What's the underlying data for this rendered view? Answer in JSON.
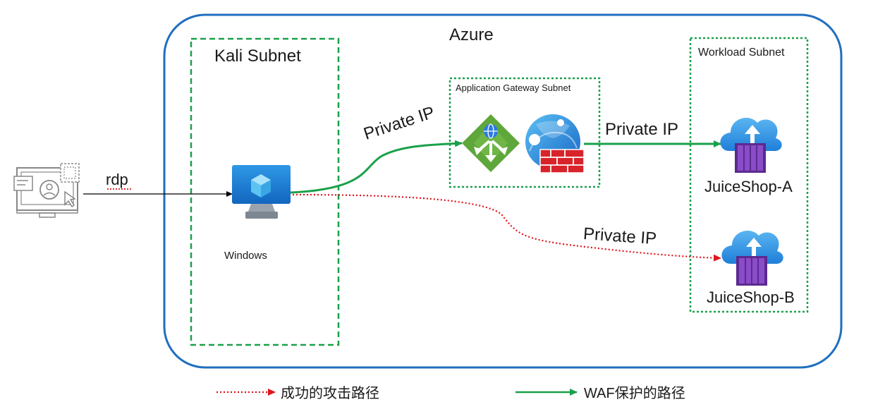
{
  "labels": {
    "azure": "Azure",
    "kali_subnet": "Kali Subnet",
    "appgw_subnet": "Application Gateway Subnet",
    "workload_subnet": "Workload Subnet",
    "rdp": "rdp",
    "windows": "Windows",
    "private_ip_1": "Private IP",
    "private_ip_2": "Private IP",
    "private_ip_3": "Private IP",
    "juiceshop_a": "JuiceShop-A",
    "juiceshop_b": "JuiceShop-B"
  },
  "legend": {
    "attack_path": "成功的攻击路径",
    "waf_path": "WAF保护的路径"
  },
  "colors": {
    "azure_border": "#1f6fbf",
    "subnet_green": "#1aa04a",
    "waf_path": "#1aa04a",
    "attack_path": "#e0141e",
    "vm_blue": "#1e88d8",
    "appgw_green": "#5ea73a",
    "cloud_blue": "#2b8fe0",
    "container_purple": "#7b3fb3",
    "firewall_red": "#d8232a"
  },
  "icons": [
    "remote-user-monitor-icon",
    "windows-vm-icon",
    "application-gateway-icon",
    "waf-policy-icon",
    "app-service-container-icon"
  ]
}
